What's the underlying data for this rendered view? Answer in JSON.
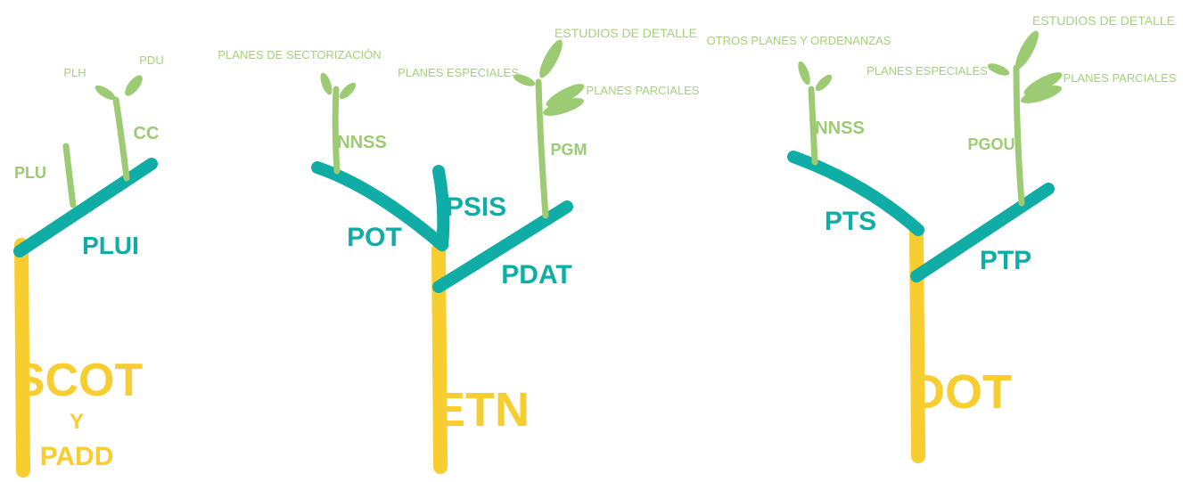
{
  "colors": {
    "trunk": "#f7cd2f",
    "branch": "#10aca6",
    "twig": "#9dcb73"
  },
  "trees": [
    {
      "trunk_lines": [
        "SCOT",
        "Y",
        "PADD"
      ],
      "branch": "PLUI",
      "twigs": {
        "plu": "PLU",
        "cc": "CC"
      },
      "leaf_labels": {
        "plh": "PLH",
        "pdu": "PDU"
      }
    },
    {
      "trunk": "ETN",
      "branches": {
        "pot": "POT",
        "psis": "PSIS",
        "pdat": "PDAT"
      },
      "twigs": {
        "nnss": "NNSS",
        "pgm": "PGM"
      },
      "leaf_labels": {
        "sectorizacion": "PLANES DE SECTORIZACIÓN",
        "estudios": "ESTUDIOS DE DETALLE",
        "especiales": "PLANES ESPECIALES",
        "parciales": "PLANES PARCIALES"
      }
    },
    {
      "trunk": "DOT",
      "branches": {
        "pts": "PTS",
        "ptp": "PTP"
      },
      "twigs": {
        "nnss": "NNSS",
        "pgou": "PGOU"
      },
      "leaf_labels": {
        "otros": "OTROS PLANES Y ORDENANZAS",
        "estudios": "ESTUDIOS DE DETALLE",
        "especiales": "PLANES ESPECIALES",
        "parciales": "PLANES PARCIALES"
      }
    }
  ]
}
